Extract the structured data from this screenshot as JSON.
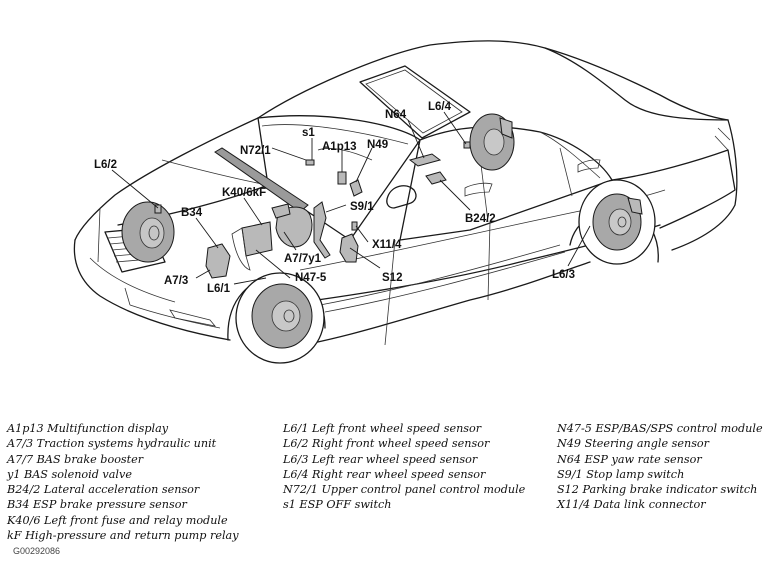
{
  "figure": {
    "subject": "Vehicle ESP/BAS component locations",
    "figure_id": "G00292086"
  },
  "callouts": {
    "l6_2": "L6/2",
    "b34": "B34",
    "a7_3": "A7/3",
    "l6_1": "L6/1",
    "k40_6kf": "K40/6kF",
    "n72_1": "N72/1",
    "s1": "s1",
    "a1p13": "A1p13",
    "n49": "N49",
    "n64": "N64",
    "l6_4": "L6/4",
    "s9_1": "S9/1",
    "b24_2": "B24/2",
    "x11_4": "X11/4",
    "a7_7y1": "A7/7y1",
    "n47_5": "N47-5",
    "s12": "S12",
    "l6_3": "L6/3"
  },
  "legend": {
    "column1": [
      "A1p13 Multifunction display",
      "A7/3 Traction systems hydraulic unit",
      "A7/7 BAS brake booster",
      "y1 BAS solenoid valve",
      "B24/2 Lateral acceleration sensor",
      "B34 ESP brake pressure sensor",
      "K40/6 Left front fuse and relay module",
      "kF High-pressure and return pump relay"
    ],
    "column2": [
      "L6/1 Left front wheel speed sensor",
      "L6/2 Right front wheel speed sensor",
      "L6/3 Left rear wheel speed sensor",
      "L6/4 Right rear wheel speed sensor",
      "N72/1 Upper control panel control module",
      "s1 ESP OFF switch"
    ],
    "column3": [
      "N47-5 ESP/BAS/SPS control module",
      "N49 Steering angle sensor",
      "N64 ESP yaw rate sensor",
      "S9/1 Stop lamp switch",
      "S12 Parking brake indicator switch",
      "X11/4 Data link connector"
    ]
  }
}
